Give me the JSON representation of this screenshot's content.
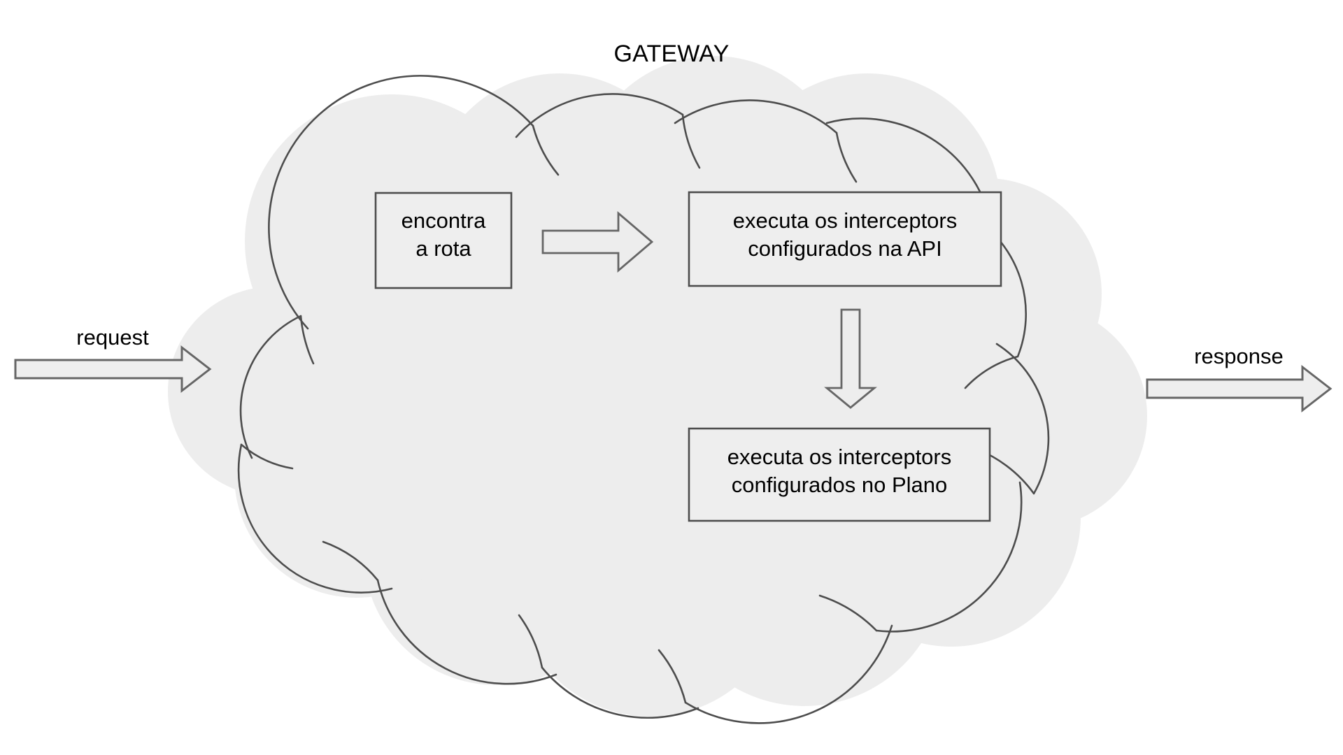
{
  "diagram": {
    "title": "GATEWAY",
    "type": "flow-diagram",
    "background_color": "#ffffff",
    "boundary": {
      "shape": "cloud",
      "label": "GATEWAY",
      "fill_color": "#ededed",
      "stroke_color": "#4d4d4d"
    },
    "nodes": [
      {
        "id": "encontra-a-rota",
        "label": "encontra\na rota",
        "shape": "rectangle",
        "fill_color": "#eeeeee",
        "stroke_color": "#4d4d4d"
      },
      {
        "id": "interceptors-api",
        "label": "executa os interceptors\nconfigurados na API",
        "shape": "rectangle",
        "fill_color": "#eeeeee",
        "stroke_color": "#4d4d4d"
      },
      {
        "id": "interceptors-plano",
        "label": "executa os interceptors\nconfigurados no Plano",
        "shape": "rectangle",
        "fill_color": "#eeeeee",
        "stroke_color": "#4d4d4d"
      }
    ],
    "edges": [
      {
        "id": "request-arrow",
        "label": "request",
        "direction": "right",
        "style": "block-arrow",
        "fill_color": "#eeeeee",
        "stroke_color": "#666666",
        "from": "client",
        "to": "gateway"
      },
      {
        "id": "rota-to-api-arrow",
        "label": "",
        "direction": "right",
        "style": "block-arrow",
        "fill_color": "none",
        "stroke_color": "#666666",
        "from": "encontra-a-rota",
        "to": "interceptors-api"
      },
      {
        "id": "api-to-plano-arrow",
        "label": "",
        "direction": "down",
        "style": "block-arrow",
        "fill_color": "none",
        "stroke_color": "#666666",
        "from": "interceptors-api",
        "to": "interceptors-plano"
      },
      {
        "id": "response-arrow",
        "label": "response",
        "direction": "right",
        "style": "block-arrow",
        "fill_color": "#eeeeee",
        "stroke_color": "#666666",
        "from": "gateway",
        "to": "client"
      }
    ]
  }
}
